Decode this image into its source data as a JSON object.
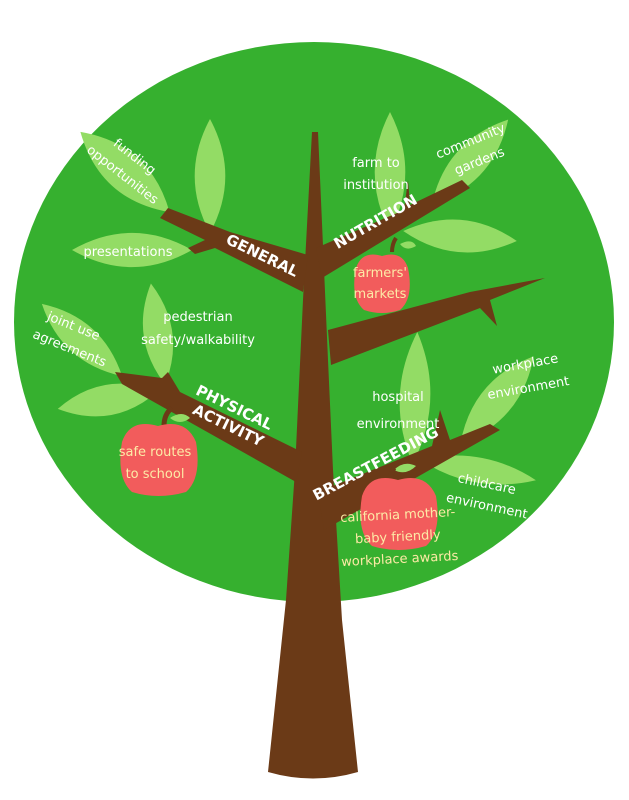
{
  "colors": {
    "background_circle": "#36b02f",
    "leaf": "#93dc65",
    "trunk": "#6b3a17",
    "apple": "#f25c5c",
    "label": "#ffffff",
    "apple_label": "#fdeaa6"
  },
  "categories": {
    "general": "GENERAL",
    "nutrition": "NUTRITION",
    "physical_activity_1": "PHYSICAL",
    "physical_activity_2": "ACTIVITY",
    "breastfeeding": "BREASTFEEDING"
  },
  "leaves": {
    "funding_1": "funding",
    "funding_2": "opportunities",
    "presentations": "presentations",
    "farm_1": "farm to",
    "farm_2": "institution",
    "community_1": "community",
    "community_2": "gardens",
    "joint_1": "joint use",
    "joint_2": "agreements",
    "pedestrian_1": "pedestrian",
    "pedestrian_2": "safety/walkability",
    "hospital_1": "hospital",
    "hospital_2": "environment",
    "workplace_1": "workplace",
    "workplace_2": "environment",
    "childcare_1": "childcare",
    "childcare_2": "environment"
  },
  "apples": {
    "farmers_1": "farmers'",
    "farmers_2": "markets",
    "safe_1": "safe routes",
    "safe_2": "to school",
    "cal_1": "california mother-",
    "cal_2": "baby friendly",
    "cal_3": "workplace awards"
  }
}
